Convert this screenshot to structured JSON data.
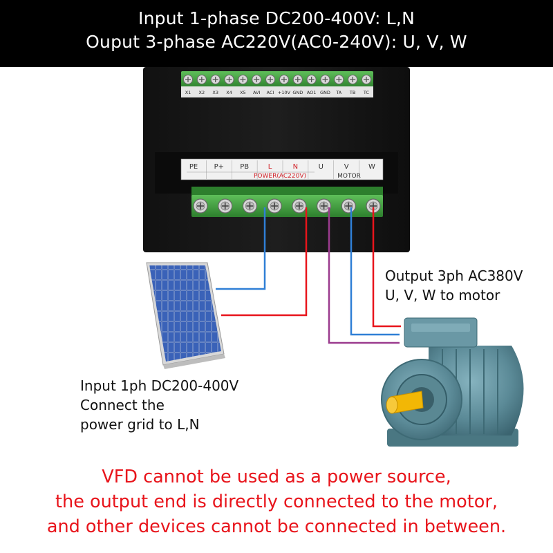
{
  "header": {
    "line1": "Input 1-phase DC200-400V: L,N",
    "line2": "Ouput 3-phase AC220V(AC0-240V): U, V, W"
  },
  "control_terminals": [
    "X1",
    "X2",
    "X3",
    "X4",
    "X5",
    "AVI",
    "ACI",
    "+10V",
    "GND",
    "AO1",
    "GND",
    "TA",
    "TB",
    "TC"
  ],
  "power_terminals": [
    "PE",
    "P+",
    "PB",
    "L",
    "N",
    "U",
    "V",
    "W"
  ],
  "power_group_label": "POWER(AC220V)",
  "motor_group_label": "MOTOR",
  "output_note": {
    "line1": "Output 3ph AC380V",
    "line2": "U, V, W to motor"
  },
  "input_note": {
    "line1": "Input 1ph DC200-400V",
    "line2": "Connect the",
    "line3": "power grid to L,N"
  },
  "warning": {
    "line1": "VFD cannot be used as a power source,",
    "line2": "the output end is directly connected to the motor,",
    "line3": "and other devices cannot be connected in between."
  },
  "colors": {
    "warning_text": "#e8141b",
    "wire_red": "#e8141b",
    "wire_blue": "#2f7fd6",
    "wire_purple": "#9b3b8e",
    "terminal_green": "#3a9b3a",
    "motor_body": "#5b8a97",
    "motor_shaft": "#f2b705"
  }
}
